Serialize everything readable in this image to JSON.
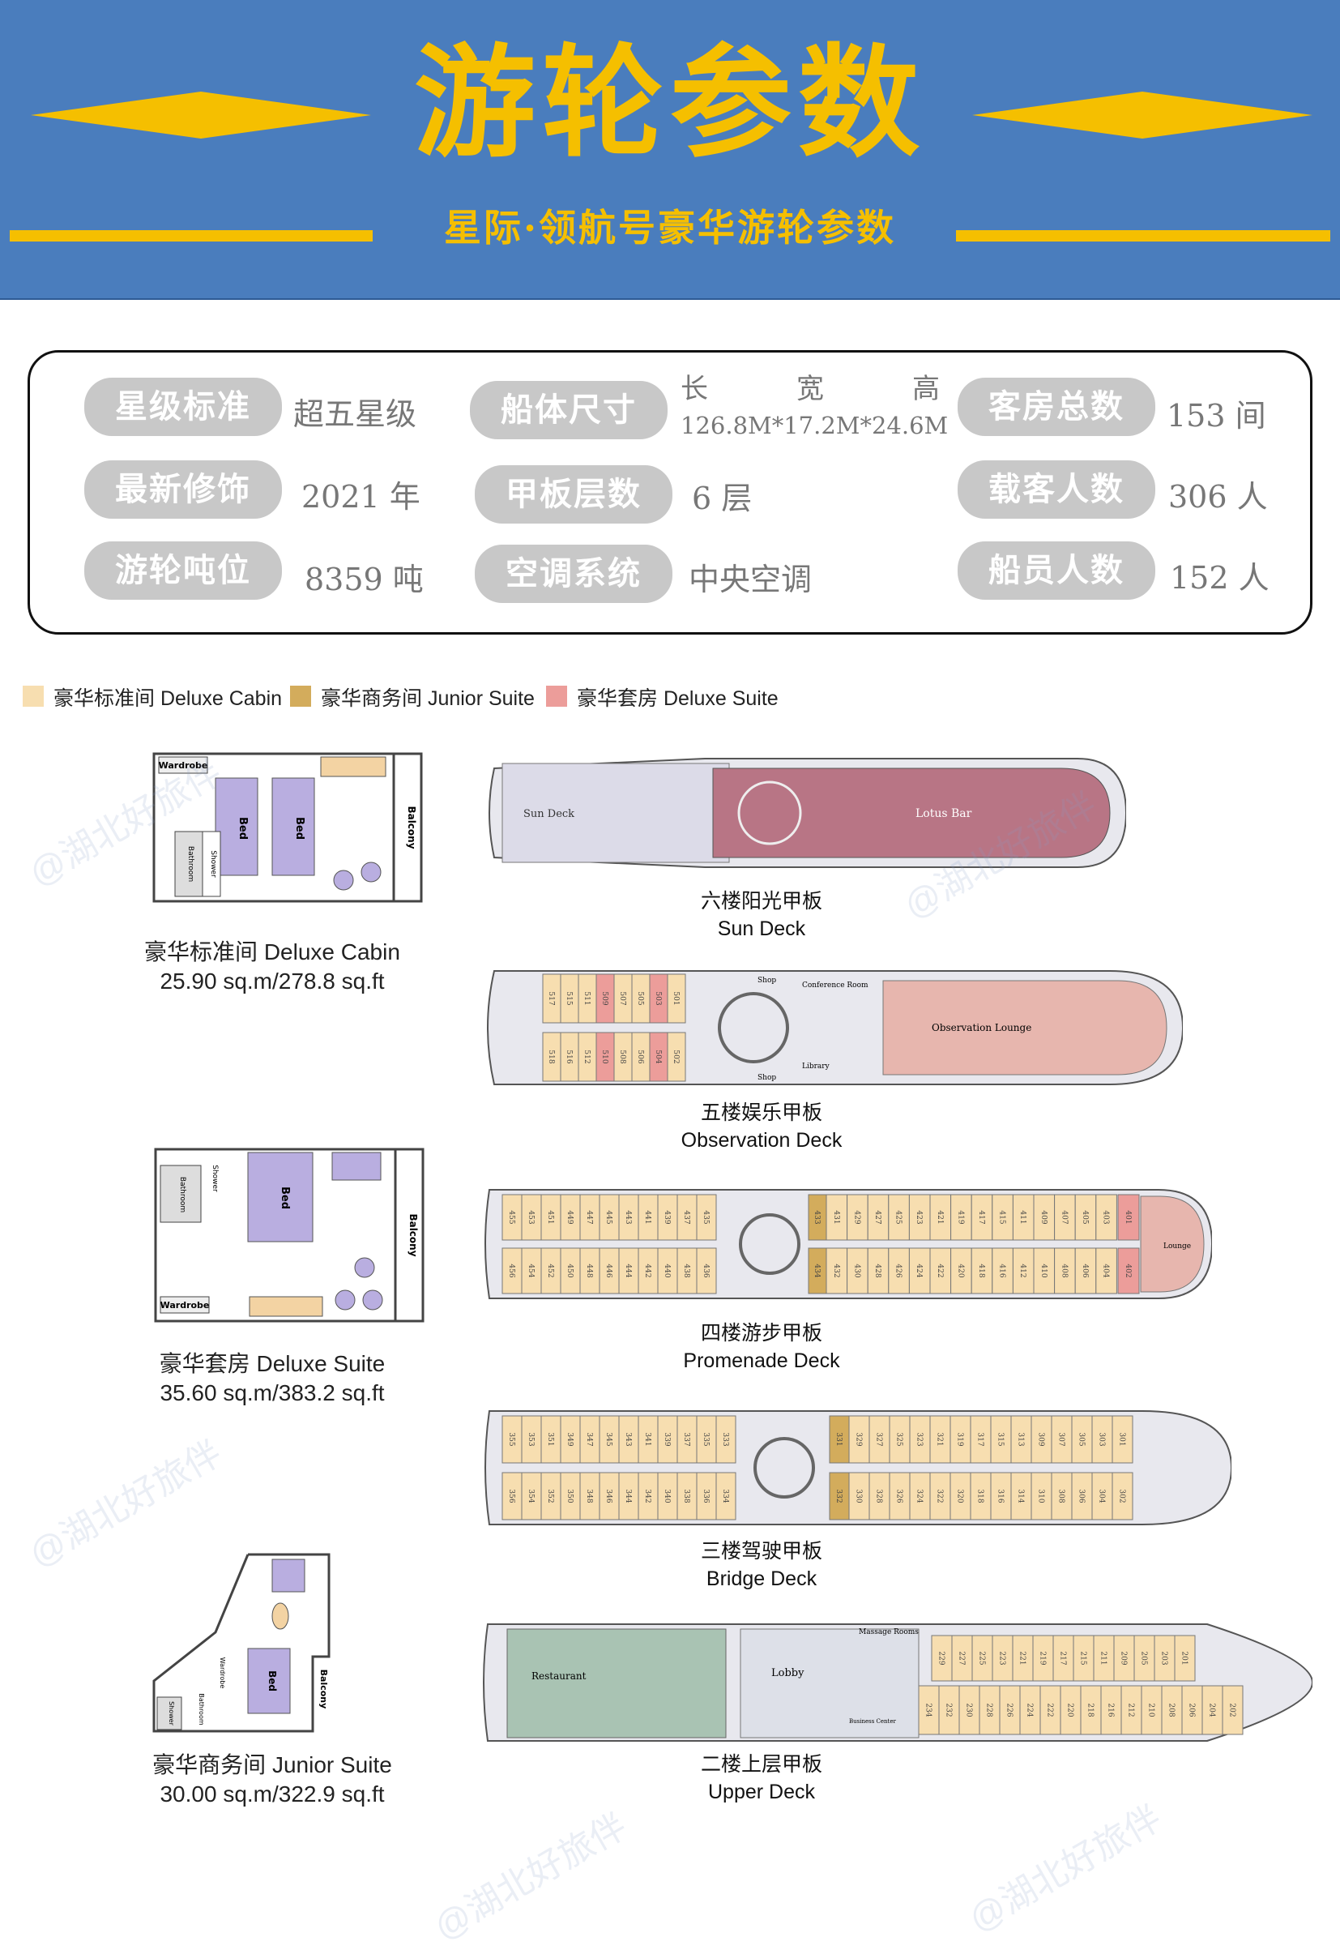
{
  "header": {
    "title": "游轮参数",
    "subtitle": "星际·领航号豪华游轮参数"
  },
  "specs": {
    "rating_label": "星级标准",
    "rating_value": "超五星级",
    "renovation_label": "最新修饰",
    "renovation_value": "2021 年",
    "tonnage_label": "游轮吨位",
    "tonnage_value": "8359 吨",
    "size_label": "船体尺寸",
    "size_head_l": "长",
    "size_head_w": "宽",
    "size_head_h": "高",
    "size_value": "126.8M*17.2M*24.6M",
    "decks_label": "甲板层数",
    "decks_value": "6 层",
    "ac_label": "空调系统",
    "ac_value": "中央空调",
    "rooms_label": "客房总数",
    "rooms_value": "153 间",
    "guests_label": "载客人数",
    "guests_value": "306 人",
    "crew_label": "船员人数",
    "crew_value": "152 人"
  },
  "legend": [
    {
      "label": "豪华标准间 Deluxe Cabin",
      "color": "#f7deb0"
    },
    {
      "label": "豪华商务间 Junior Suite",
      "color": "#d3ac5c"
    },
    {
      "label": "豪华套房 Deluxe Suite",
      "color": "#ec9d9a"
    }
  ],
  "cabins": {
    "deluxe_cabin": {
      "name": "豪华标准间  Deluxe Cabin",
      "area": "25.90 sq.m/278.8 sq.ft"
    },
    "deluxe_suite": {
      "name": "豪华套房  Deluxe Suite",
      "area": "35.60 sq.m/383.2 sq.ft"
    },
    "junior_suite": {
      "name": "豪华商务间  Junior Suite",
      "area": "30.00 sq.m/322.9 sq.ft"
    },
    "labels": {
      "wardrobe": "Wardrobe",
      "bed": "Bed",
      "bathroom": "Bathroom",
      "shower": "Shower",
      "balcony": "Balcony"
    }
  },
  "decks": {
    "sun": {
      "cn": "六楼阳光甲板",
      "en": "Sun Deck",
      "area1": "Sun Deck",
      "area2": "Lotus Bar"
    },
    "observation": {
      "cn": "五楼娱乐甲板",
      "en": "Observation Deck",
      "area": "Observation Lounge",
      "shop": "Shop",
      "conf": "Conference Room",
      "library": "Library",
      "top_rooms": [
        "517",
        "515",
        "511",
        "509",
        "507",
        "505",
        "503",
        "501"
      ],
      "bottom_rooms": [
        "518",
        "516",
        "512",
        "510",
        "508",
        "506",
        "504",
        "502"
      ],
      "top_types": [
        "s",
        "s",
        "s",
        "d",
        "s",
        "s",
        "d",
        "s"
      ],
      "bottom_types": [
        "s",
        "s",
        "s",
        "d",
        "s",
        "s",
        "d",
        "s"
      ]
    },
    "promenade": {
      "cn": "四楼游步甲板",
      "en": "Promenade Deck",
      "lounge": "Lounge",
      "top_left": [
        "455",
        "453",
        "451",
        "449",
        "447",
        "445",
        "443",
        "441",
        "439",
        "437",
        "435"
      ],
      "bottom_left": [
        "456",
        "454",
        "452",
        "450",
        "448",
        "446",
        "444",
        "442",
        "440",
        "438",
        "436"
      ],
      "top_right": [
        "433",
        "431",
        "429",
        "427",
        "425",
        "423",
        "421",
        "419",
        "417",
        "415",
        "411",
        "409",
        "407",
        "405",
        "403",
        "401"
      ],
      "bottom_right": [
        "434",
        "432",
        "430",
        "428",
        "426",
        "424",
        "422",
        "420",
        "418",
        "416",
        "412",
        "410",
        "408",
        "406",
        "404",
        "402"
      ]
    },
    "bridge": {
      "cn": "三楼驾驶甲板",
      "en": "Bridge Deck",
      "top_left": [
        "355",
        "353",
        "351",
        "349",
        "347",
        "345",
        "343",
        "341",
        "339",
        "337",
        "335",
        "333"
      ],
      "bottom_left": [
        "356",
        "354",
        "352",
        "350",
        "348",
        "346",
        "344",
        "342",
        "340",
        "338",
        "336",
        "334"
      ],
      "top_right": [
        "331",
        "329",
        "327",
        "325",
        "323",
        "321",
        "319",
        "317",
        "315",
        "313",
        "309",
        "307",
        "305",
        "303",
        "301"
      ],
      "bottom_right": [
        "332",
        "330",
        "328",
        "326",
        "324",
        "322",
        "320",
        "318",
        "316",
        "314",
        "310",
        "308",
        "306",
        "304",
        "302"
      ]
    },
    "upper": {
      "cn": "二楼上层甲板",
      "en": "Upper Deck",
      "restaurant": "Restaurant",
      "lobby": "Lobby",
      "massage": "Massage Rooms",
      "business": "Business Center",
      "top_rooms": [
        "229",
        "227",
        "225",
        "223",
        "221",
        "219",
        "217",
        "215",
        "211",
        "209",
        "205",
        "203",
        "201"
      ],
      "bottom_rooms": [
        "234",
        "232",
        "230",
        "228",
        "226",
        "224",
        "222",
        "220",
        "218",
        "216",
        "212",
        "210",
        "208",
        "206",
        "204",
        "202"
      ]
    }
  },
  "watermark": "@湖北好旅伴",
  "colors": {
    "header_bg": "#4a7dbd",
    "accent": "#f5bf00",
    "standard": "#f7deb0",
    "junior": "#d3ac5c",
    "suite": "#ec9d9a"
  }
}
